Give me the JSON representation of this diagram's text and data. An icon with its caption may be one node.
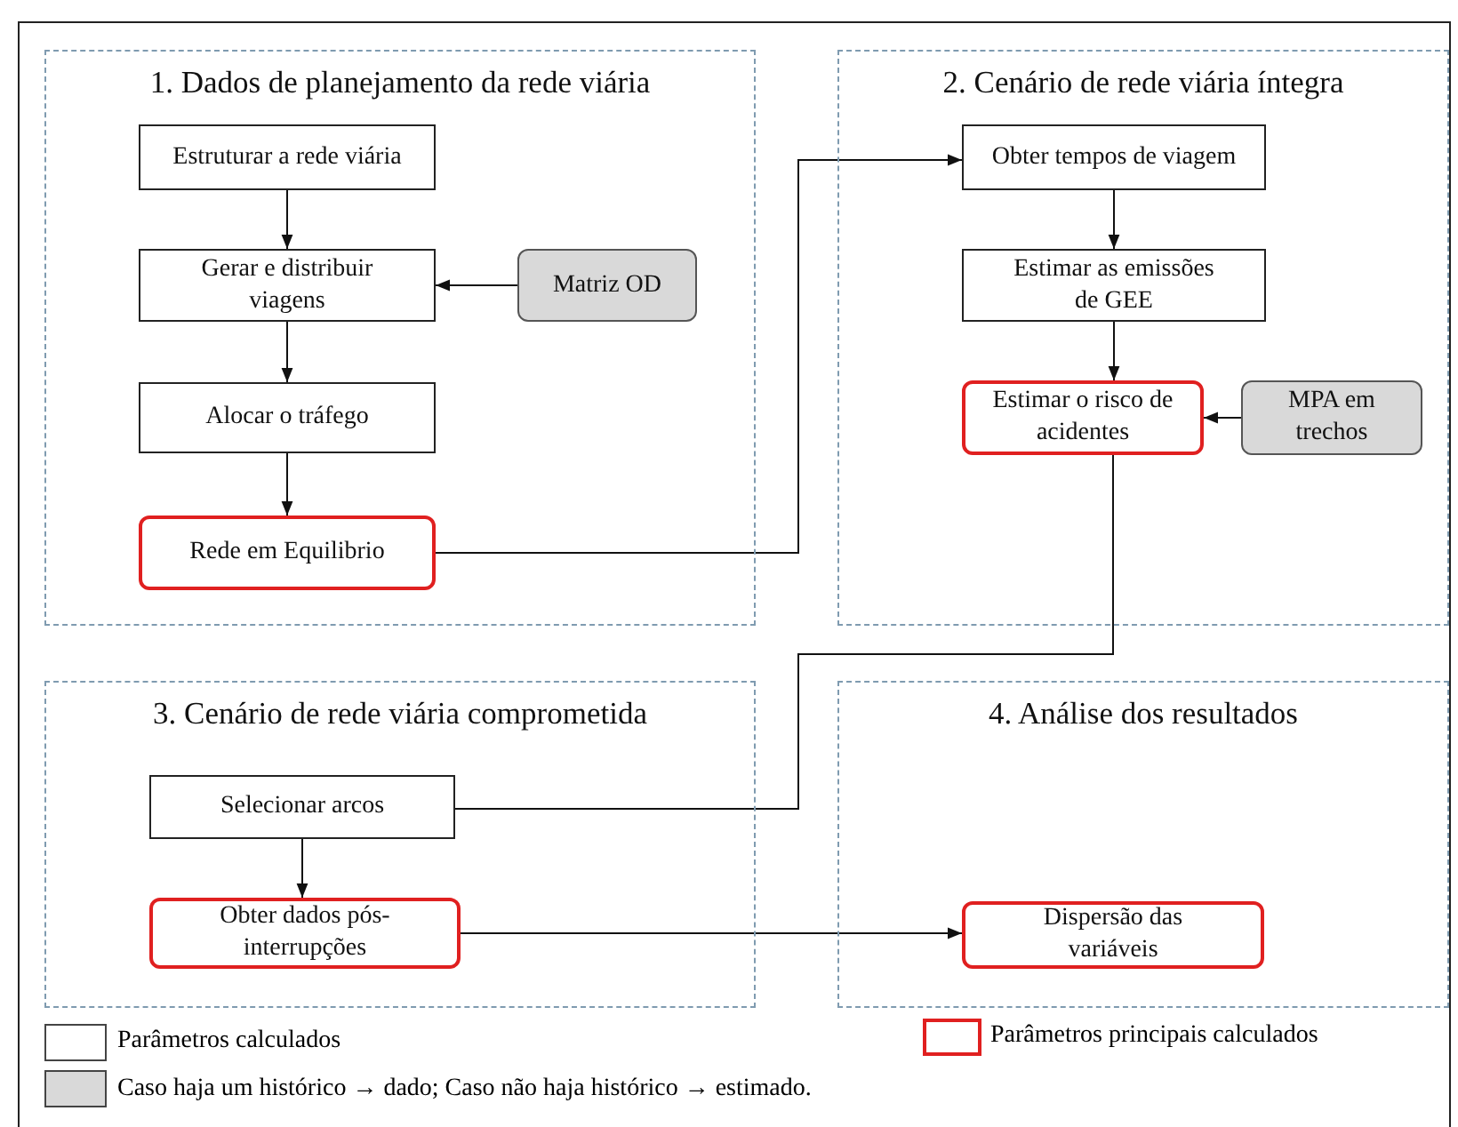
{
  "diagram": {
    "nodes": [
      {
        "text": [
          "1. Dados de planejamento  da rede viária"
        ]
      },
      {
        "text": [
          "Estruturar  a rede viária"
        ],
        "in": 0
      },
      {
        "text": [
          "Gerar e distribuir viagens"
        ],
        "in": 0
      },
      {
        "text": [
          "Matriz  OD"
        ],
        "in": 0
      },
      {
        "text": [
          "Alocar  o tráfego"
        ],
        "in": 0
      },
      {
        "text": [
          "Rede em Equilibrio"
        ],
        "in": 0
      },
      {
        "text": [
          "2. Cenário de rede viária  íntegra"
        ]
      },
      {
        "text": [
          "Obter tempos  de viagem"
        ],
        "in": 6
      },
      {
        "text": [
          "Estimar  as emissões de GEE"
        ],
        "in": 6
      },
      {
        "text": [
          "Estimar  o risco de acidentes"
        ],
        "in": 6
      },
      {
        "text": [
          "MPA em trechos"
        ],
        "in": 6
      },
      {
        "text": [
          "3. Cenário de rede viária  comprometida"
        ]
      },
      {
        "text": [
          "Selecionar  arcos"
        ],
        "in": 11
      },
      {
        "text": [
          "Obter dados pós- interrupções"
        ],
        "in": 11
      },
      {
        "text": [
          "4. Análise  dos resultados"
        ]
      },
      {
        "text": [
          "Dispersão  das variáveis"
        ],
        "in": 14
      }
    ],
    "edges": [
      {
        "from": 1,
        "to": 2,
        "arrow": "to"
      },
      {
        "from": 3,
        "to": 2,
        "arrow": "to"
      },
      {
        "from": 2,
        "to": 4,
        "arrow": "to"
      },
      {
        "from": 4,
        "to": 5,
        "arrow": "to"
      },
      {
        "from": 5,
        "to": 7,
        "arrow": "to"
      },
      {
        "from": 7,
        "to": 8,
        "arrow": "to"
      },
      {
        "from": 8,
        "to": 9,
        "arrow": "to"
      },
      {
        "from": 10,
        "to": 9,
        "arrow": "to"
      },
      {
        "from": 9,
        "to": 12,
        "arrow": "none"
      },
      {
        "from": 12,
        "to": 13,
        "arrow": "to"
      },
      {
        "from": 13,
        "to": 15,
        "arrow": "to"
      }
    ],
    "legend": [
      {
        "text": "Parâmetros calculados",
        "color": "#ffffff"
      },
      {
        "text": "Caso haja um histórico  → dado; Caso não haja histórico  → estimado.",
        "color": "#d9d9d9"
      },
      {
        "text": "Parâmetros principais  calculados"
      }
    ]
  }
}
